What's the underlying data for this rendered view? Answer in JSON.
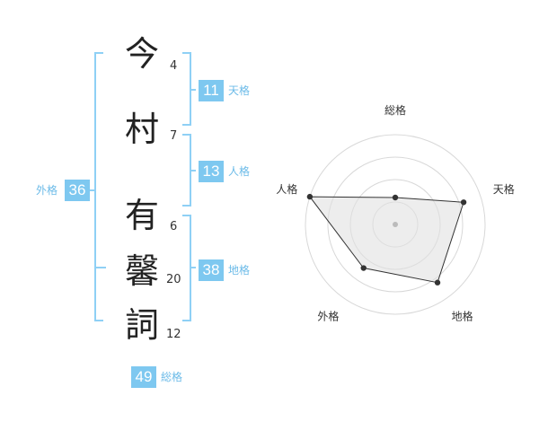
{
  "name": {
    "characters": [
      {
        "char": "今",
        "strokes": "4"
      },
      {
        "char": "村",
        "strokes": "7"
      },
      {
        "char": "有",
        "strokes": "6"
      },
      {
        "char": "馨",
        "strokes": "20"
      },
      {
        "char": "詞",
        "strokes": "12"
      }
    ]
  },
  "kakusuu": {
    "tenkaku": {
      "value": "11",
      "label": "天格"
    },
    "jinkaku": {
      "value": "13",
      "label": "人格"
    },
    "chikaku": {
      "value": "38",
      "label": "地格"
    },
    "gaikaku": {
      "value": "36",
      "label": "外格"
    },
    "soukaku": {
      "value": "49",
      "label": "総格"
    }
  },
  "colors": {
    "accent": "#7ec8f0",
    "bracket": "#8fd0f5",
    "radar_fill": "#eeeeee",
    "radar_line": "#333333"
  },
  "chart_data": {
    "type": "radar",
    "axes": [
      "総格",
      "天格",
      "地格",
      "外格",
      "人格"
    ],
    "values": [
      0.3,
      0.8,
      0.8,
      0.6,
      1.0
    ],
    "range": [
      0,
      1
    ],
    "rings": 4
  }
}
